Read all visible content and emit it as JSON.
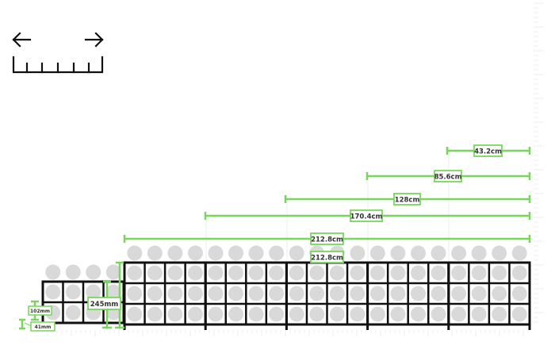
{
  "toolbar": {
    "icon": "resize-ruler-icon",
    "arrow_left": "arrow-left-icon",
    "arrow_right": "arrow-right-icon"
  },
  "colors": {
    "accent": "#77d65b",
    "frame": "#111111",
    "circle": "#d9d9d9",
    "guide": "#eeeeee",
    "label_text": "#333333"
  },
  "shelving": {
    "small_unit": {
      "rows": 2,
      "cols": 4
    },
    "large_unit": {
      "rows": 3,
      "modules": 5,
      "cols_per_module": 4
    }
  },
  "dimensions": {
    "width_lines": [
      {
        "label": "43.2cm"
      },
      {
        "label": "85.6cm"
      },
      {
        "label": "128cm"
      },
      {
        "label": "170.4cm"
      },
      {
        "label": "212.8cm"
      }
    ],
    "total_width_inline": "212.8cm",
    "height": "245mm",
    "cell_height": "102mm",
    "foot_height": "41mm"
  }
}
